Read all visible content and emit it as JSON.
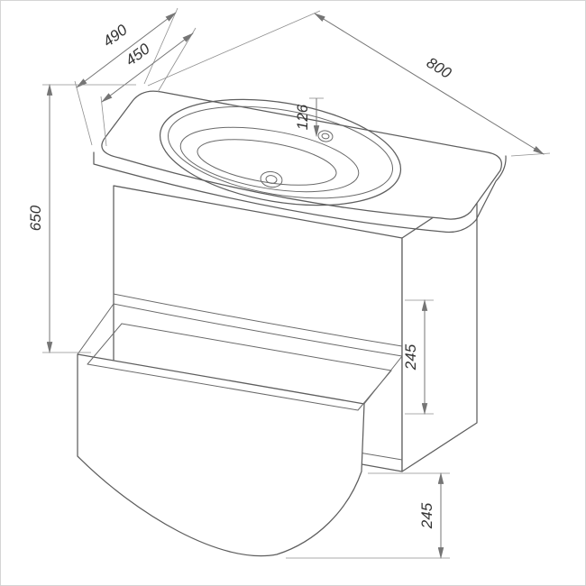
{
  "page": {
    "background": "#ffffff",
    "frame_color": "#d4d4d4"
  },
  "drawing": {
    "kind": "isometric-technical-drawing",
    "subject": "bathroom-vanity-cabinet-with-basin-two-drawers-bottom-drawer-open",
    "line_color": "#5e5e5e",
    "dimension_line_color": "#757575",
    "text_color": "#333333"
  },
  "dims": {
    "depth_overall": "490",
    "depth_cabinet": "450",
    "width": "800",
    "height": "650",
    "faucet_offset": "126",
    "upper_drawer": "245",
    "lower_drawer": "245"
  }
}
